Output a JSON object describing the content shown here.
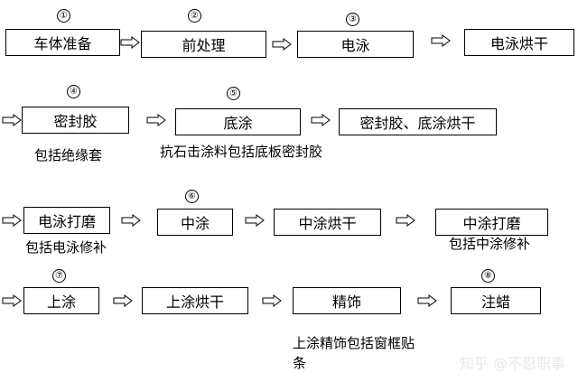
{
  "steps": [
    {
      "num": "①",
      "label": "车体准备"
    },
    {
      "num": "②",
      "label": "前处理"
    },
    {
      "num": "③",
      "label": "电泳"
    },
    {
      "num": "",
      "label": "电泳烘干"
    },
    {
      "num": "④",
      "label": "密封胶"
    },
    {
      "num": "⑤",
      "label": "底涂"
    },
    {
      "num": "",
      "label": "密封胶、底涂烘干"
    },
    {
      "num": "",
      "label": "电泳打磨"
    },
    {
      "num": "⑥",
      "label": "中涂"
    },
    {
      "num": "",
      "label": "中涂烘干"
    },
    {
      "num": "",
      "label": "中涂打磨"
    },
    {
      "num": "⑦",
      "label": "上涂"
    },
    {
      "num": "",
      "label": "上涂烘干"
    },
    {
      "num": "",
      "label": "精饰"
    },
    {
      "num": "⑧",
      "label": "注蜡"
    }
  ],
  "notes": {
    "sealant": "包括绝缘套",
    "primer": "抗石击涂料包括底板密封胶",
    "ed_sanding": "包括电泳修补",
    "mid_sanding": "包括中涂修补",
    "finishing": "上涂精饰包括窗框贴条"
  },
  "watermark": "知乎 @不忍职事",
  "colors": {
    "line": "#000000",
    "arrow_fill": "#ffffff",
    "background": "#ffffff"
  }
}
